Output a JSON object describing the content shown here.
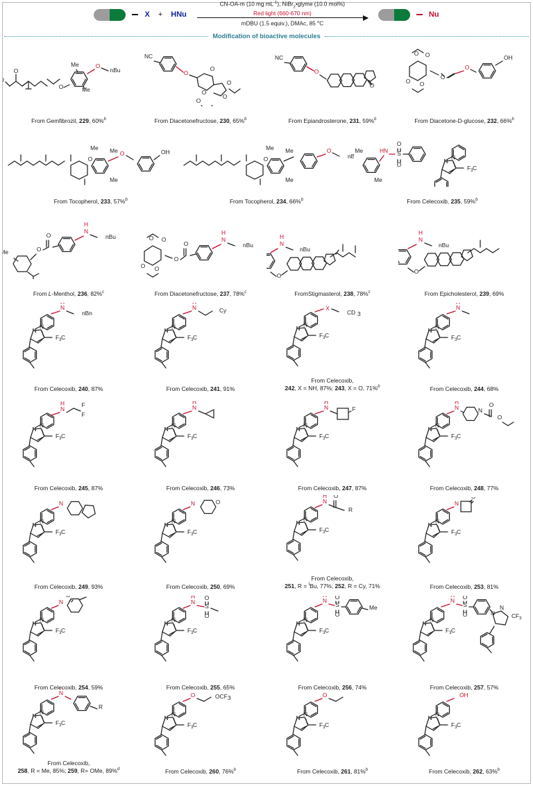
{
  "scheme": {
    "substrate_label": "X",
    "plus": "+",
    "nucleophile_label": "HNu",
    "product_label": "Nu",
    "conditions_top": "CN-OA-m (10 mg mL⁻¹), NiBr₂•glyme (10.0 mol%)",
    "conditions_mid": "Red light (660-670 nm)",
    "conditions_bottom": "mDBU (1.5 equiv.), DMAc, 85 ºC",
    "catalyst_color": "#c8102e",
    "substrate_color": "#12239e"
  },
  "section": {
    "label": "Modification of  bioactive molecules",
    "color": "#2f7f94"
  },
  "rows": [
    {
      "id": "row-1",
      "entries": [
        {
          "source": "From Gemfibrozil,",
          "number": "229",
          "yield": "60%",
          "note": "b",
          "mol": "gemfibrozil"
        },
        {
          "source": "From Diacetonefructose,",
          "number": "230",
          "yield": "65%",
          "note": "b",
          "mol": "diacetonefructose-230"
        },
        {
          "source": "From Epiandrosterone,",
          "number": "231",
          "yield": "59%",
          "note": "b",
          "mol": "epiandrosterone"
        },
        {
          "source": "From Diacetone-D-glucose,",
          "number": "232",
          "yield": "66%",
          "note": "b",
          "mol": "diacetone-glucose"
        }
      ]
    },
    {
      "id": "row-2",
      "entries": [
        {
          "source": "From Tocopherol,",
          "number": "233",
          "yield": "57%",
          "note": "b",
          "mol": "tocopherol-233"
        },
        {
          "source": "From Tocopherol,",
          "number": "234",
          "yield": "66%",
          "note": "b",
          "mol": "tocopherol-234"
        },
        {
          "source": "From Celecoxib,",
          "number": "235",
          "yield": "59%",
          "note": "b",
          "mol": "celecoxib-sulfonamide"
        }
      ]
    },
    {
      "id": "row-3",
      "entries": [
        {
          "source": "From L-Menthol,",
          "source_italic": "L",
          "number": "236",
          "yield": "82%",
          "note": "c",
          "mol": "menthol-benzoate"
        },
        {
          "source": "From Diacetonefructose,",
          "number": "237",
          "yield": "78%",
          "note": "c",
          "mol": "diacetonefructose-237"
        },
        {
          "source": "FromStigmasterol,",
          "number": "238",
          "yield": "78%",
          "note": "c",
          "mol": "stigmasterol"
        },
        {
          "source": "From Epicholesterol,",
          "number": "239",
          "yield": "69%",
          "note": "",
          "mol": "epicholesterol"
        }
      ]
    },
    {
      "id": "row-4",
      "entries": [
        {
          "source": "From Celecoxib,",
          "number": "240",
          "yield": "87%",
          "note": "",
          "mol": "celecoxib-nhbn",
          "sub": "nBn"
        },
        {
          "source": "From Celecoxib,",
          "number": "241",
          "yield": "91%",
          "note": "",
          "mol": "celecoxib-ncy",
          "sub": "Cy"
        },
        {
          "source": "From Celecoxib,",
          "number": "",
          "yield": "",
          "note": "",
          "mol": "celecoxib-xcd3",
          "second_line": "242, X = NH, 87%;  243, X = O, 71%b",
          "variants": [
            {
              "number": "242",
              "text": "X = NH, 87%",
              "note": ""
            },
            {
              "number": "243",
              "text": "X = O, 71%",
              "note": "b"
            }
          ]
        },
        {
          "source": "From Celecoxib,",
          "number": "244",
          "yield": "68%",
          "note": "",
          "mol": "celecoxib-nhme",
          "sub": "Me"
        }
      ]
    },
    {
      "id": "row-5",
      "entries": [
        {
          "source": "From Celecoxib,",
          "number": "245",
          "yield": "87%",
          "note": "",
          "mol": "celecoxib-chf2"
        },
        {
          "source": "From Celecoxib,",
          "number": "246",
          "yield": "73%",
          "note": "",
          "mol": "celecoxib-cyclopropyl"
        },
        {
          "source": "From Celecoxib,",
          "number": "247",
          "yield": "87%",
          "note": "",
          "mol": "celecoxib-fluorocyclobutyl"
        },
        {
          "source": "From Celecoxib,",
          "number": "248",
          "yield": "77%",
          "note": "",
          "mol": "celecoxib-bocpiperidine"
        }
      ]
    },
    {
      "id": "row-6",
      "entries": [
        {
          "source": "From Celecoxib,",
          "number": "249",
          "yield": "93%",
          "note": "",
          "mol": "celecoxib-octahydroindole"
        },
        {
          "source": "From Celecoxib,",
          "number": "250",
          "yield": "69%",
          "note": "",
          "mol": "celecoxib-morpholine"
        },
        {
          "source": "From Celecoxib,",
          "number": "",
          "yield": "",
          "note": "",
          "mol": "celecoxib-amide-R",
          "variants": [
            {
              "number": "251",
              "text": "R = tBu, 77%",
              "note": ""
            },
            {
              "number": "252",
              "text": "R = Cy, 71%",
              "note": ""
            }
          ]
        },
        {
          "source": "From Celecoxib,",
          "number": "253",
          "yield": "81%",
          "note": "",
          "mol": "celecoxib-azetidinone"
        }
      ]
    },
    {
      "id": "row-7",
      "entries": [
        {
          "source": "From Celecoxib,",
          "number": "254",
          "yield": "59%",
          "note": "",
          "mol": "celecoxib-lactam"
        },
        {
          "source": "From Celecoxib,",
          "number": "255",
          "yield": "65%",
          "note": "",
          "mol": "celecoxib-mesyl"
        },
        {
          "source": "From Celecoxib,",
          "number": "256",
          "yield": "74%",
          "note": "",
          "mol": "celecoxib-tosyl"
        },
        {
          "source": "From Celecoxib,",
          "number": "257",
          "yield": "57%",
          "note": "",
          "mol": "celecoxib-dimer"
        }
      ]
    },
    {
      "id": "row-8",
      "entries": [
        {
          "source": "From Celecoxib,",
          "number": "",
          "yield": "",
          "note": "",
          "mol": "celecoxib-diarylamine-R",
          "variants": [
            {
              "number": "258",
              "text": "R = Me, 85%",
              "note": ""
            },
            {
              "number": "259",
              "text": "R= OMe, 89%",
              "note": "d"
            }
          ]
        },
        {
          "source": "From Celecoxib,",
          "number": "260",
          "yield": "76%",
          "note": "b",
          "mol": "celecoxib-ocf3ch2"
        },
        {
          "source": "From Celecoxib,",
          "number": "261",
          "yield": "81%",
          "note": "b",
          "mol": "celecoxib-oet"
        },
        {
          "source": "From Celecoxib,",
          "number": "262",
          "yield": "63%",
          "note": "b",
          "mol": "celecoxib-oh"
        }
      ]
    }
  ],
  "atom_labels": {
    "Me": "Me",
    "nBu": "nBu",
    "O": "O",
    "N": "N",
    "H": "H",
    "NC": "NC",
    "OH": "OH",
    "HN": "HN",
    "S": "S",
    "F": "F",
    "F3C": "F₃C",
    "CD3": "CD₃",
    "X": "X",
    "R": "R",
    "nBn": "nBn",
    "Cy": "Cy",
    "NH": "N",
    "CF3": "CF₃",
    "OCF3CH2": "OCF₃",
    "boc": "O"
  }
}
